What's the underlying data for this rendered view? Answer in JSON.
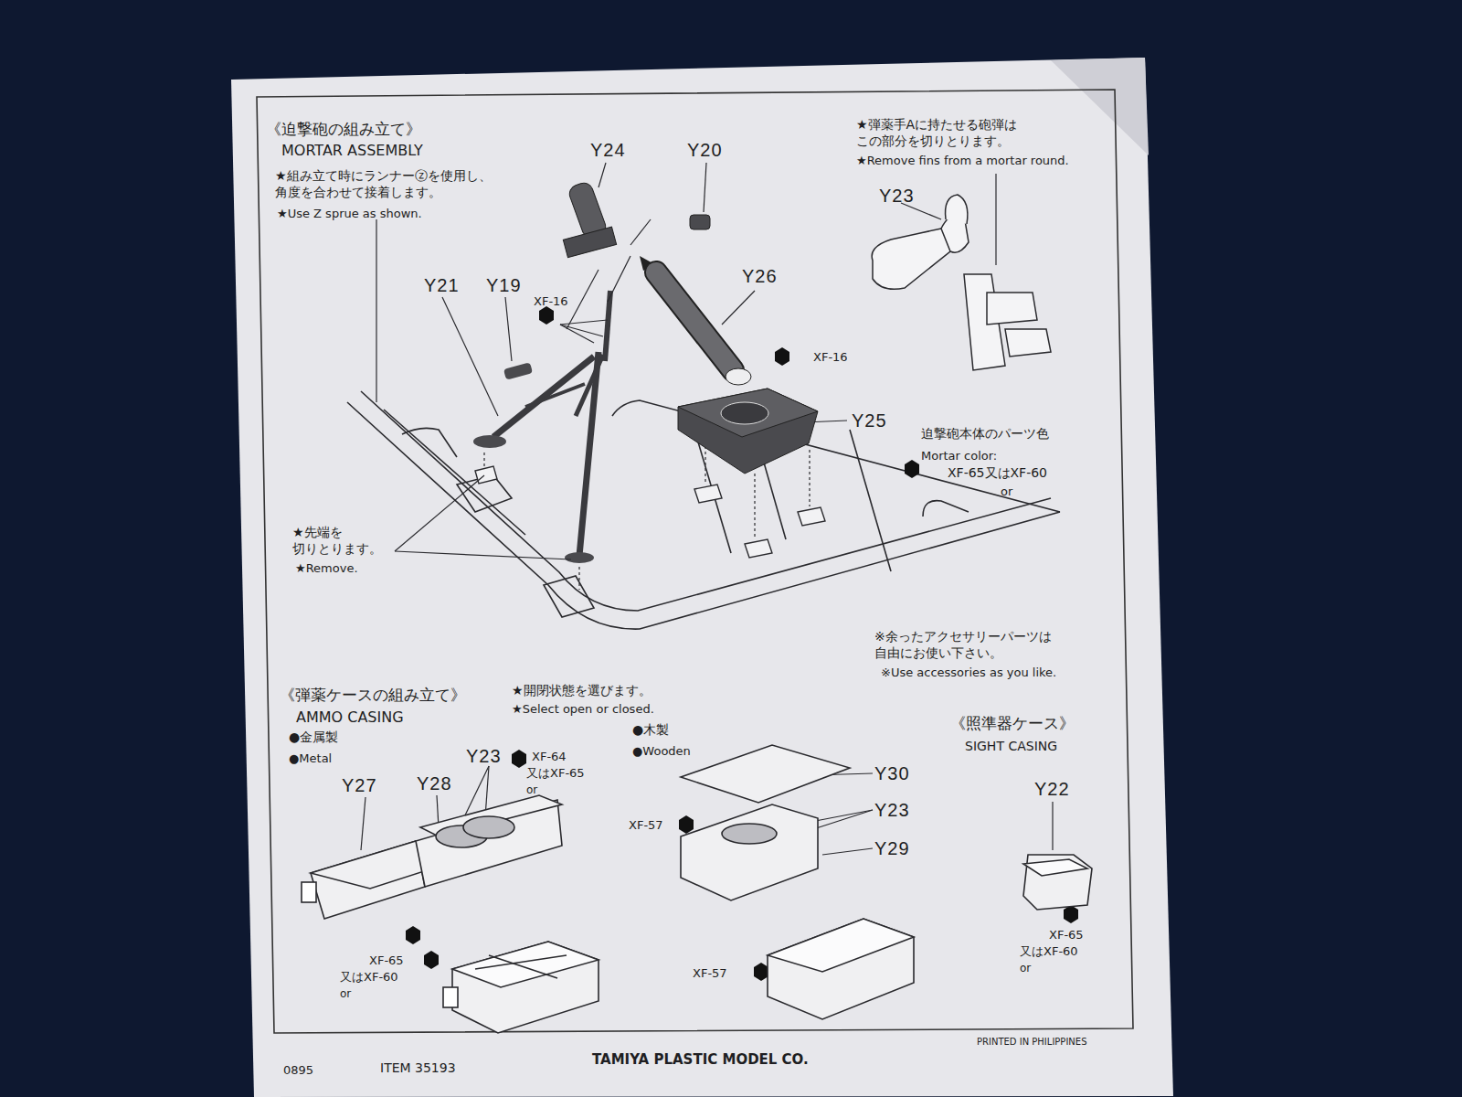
{
  "diagram": {
    "labels": [
      "《迫撃砲の組み立て》",
      "MORTAR ASSEMBLY",
      "★組み立て時にランナーⓩを使用し、 角度を合わせて接着します。",
      "★Use Z sprue as shown.",
      "Y24",
      "Y20",
      "Y21",
      "Y19",
      "XF-16",
      "Y26",
      "XF-16",
      "Y25",
      "★弾薬手Aに持たせる砲弾は この部分を切りとります。",
      "★Remove fins from a mortar round.",
      "Y23",
      "迫撃砲本体のパーツ色",
      "Mortar color:",
      "XF-65又はXF-60",
      "or",
      "★先端を 切りとります。",
      "★Remove.",
      "※余ったアクセサリーパーツは 自由にお使い下さい。",
      "※Use accessories as you like.",
      "《弾薬ケースの組み立て》",
      "AMMO CASING",
      "★開閉状態を選びます。",
      "★Select open or closed.",
      "●金属製",
      "●Metal",
      "Y27",
      "Y28",
      "Y23",
      "XF-64",
      "又はXF-65",
      "or",
      "●木製",
      "●Wooden",
      "Y30",
      "Y23",
      "Y29",
      "XF-57",
      "XF-65",
      "又はXF-60",
      "or",
      "XF-57",
      "《照準器ケース》",
      "SIGHT CASING",
      "Y22",
      "XF-65",
      "又はXF-60",
      "or",
      "0895",
      "ITEM 35193",
      "TAMIYA PLASTIC MODEL CO.",
      "PRINTED IN PHILIPPINES"
    ]
  }
}
